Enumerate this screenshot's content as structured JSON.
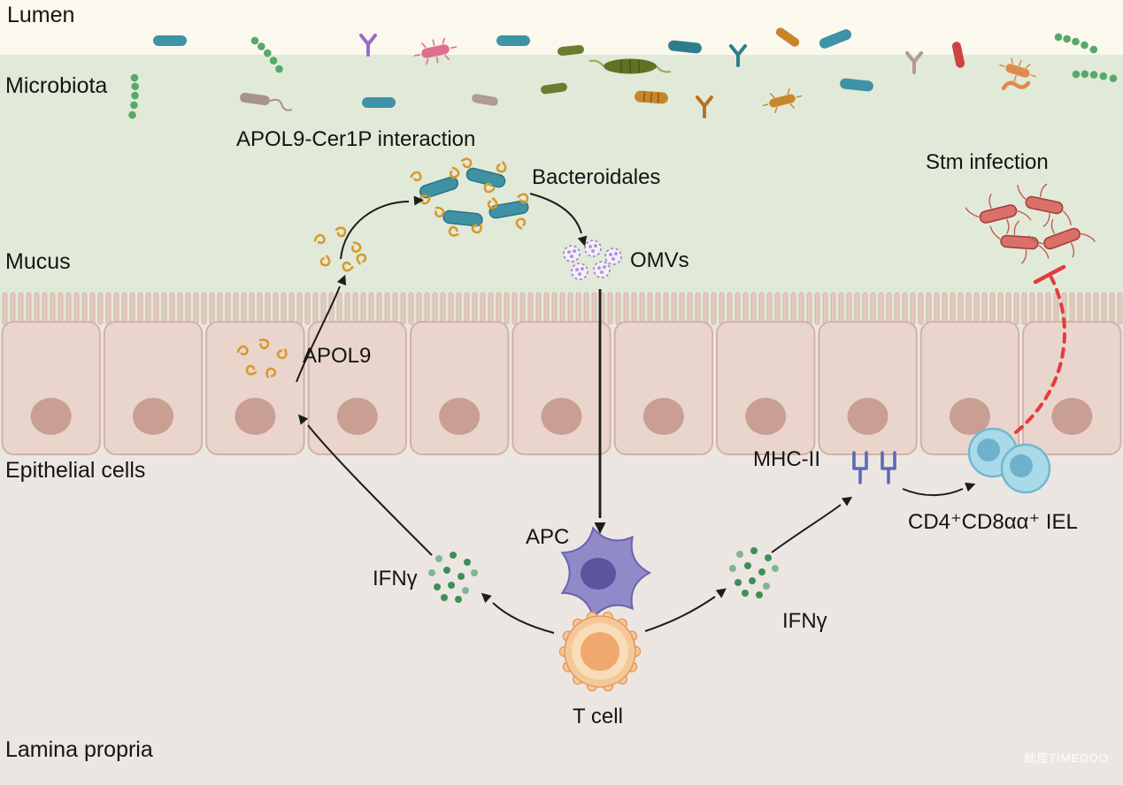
{
  "layers": {
    "lumen": "Lumen",
    "microbiota": "Microbiota",
    "mucus": "Mucus",
    "epithelial": "Epithelial cells",
    "lamina": "Lamina propria"
  },
  "annotations": {
    "apol9_cer1p": "APOL9-Cer1P interaction",
    "bacteroidales": "Bacteroidales",
    "omvs": "OMVs",
    "stm_infection": "Stm infection",
    "apol9": "APOL9",
    "mhc2": "MHC-II",
    "iel": "CD4⁺CD8αα⁺ IEL",
    "apc": "APC",
    "t_cell": "T cell",
    "ifng_left": "IFNγ",
    "ifng_right": "IFNγ"
  },
  "watermark": "肽度TIMEDOO",
  "icons": {
    "bacteroidales": "teal-rod-bacterium-icon",
    "apol9": "orange-squiggle-protein-icon",
    "omv": "dotted-outer-membrane-vesicle-icon",
    "stm": "red-flagellated-bacterium-icon",
    "mhc2": "blue-receptor-fork-icon",
    "ifng": "green-dot-cluster-icon",
    "apc": "purple-dendritic-cell-icon",
    "t_cell": "orange-lymphocyte-icon",
    "iel": "blue-paired-lymphocyte-icon",
    "inhibition": "red-dashed-blunt-arrow-icon"
  },
  "colors": {
    "lumen_bg": "#fbf8ee",
    "mucus_bg": "#e1ead8",
    "lamina_bg": "#ece6e3",
    "cell_fill": "#ead5cc",
    "cell_nucleus": "#c89f92",
    "apol9_orange": "#d8992e",
    "bacteroidales_teal": "#3f92a4",
    "omv_purple": "#9f7fc9",
    "stm_red": "#d9706a",
    "inhibit_red": "#e23c3c",
    "ifng_green": "#3e8f55",
    "apc_purple": "#918ac9",
    "tcell_orange": "#f6c897",
    "iel_blue": "#a9dae9",
    "mhc_blue": "#5a6cb8",
    "arrow": "#1c1c1c"
  }
}
